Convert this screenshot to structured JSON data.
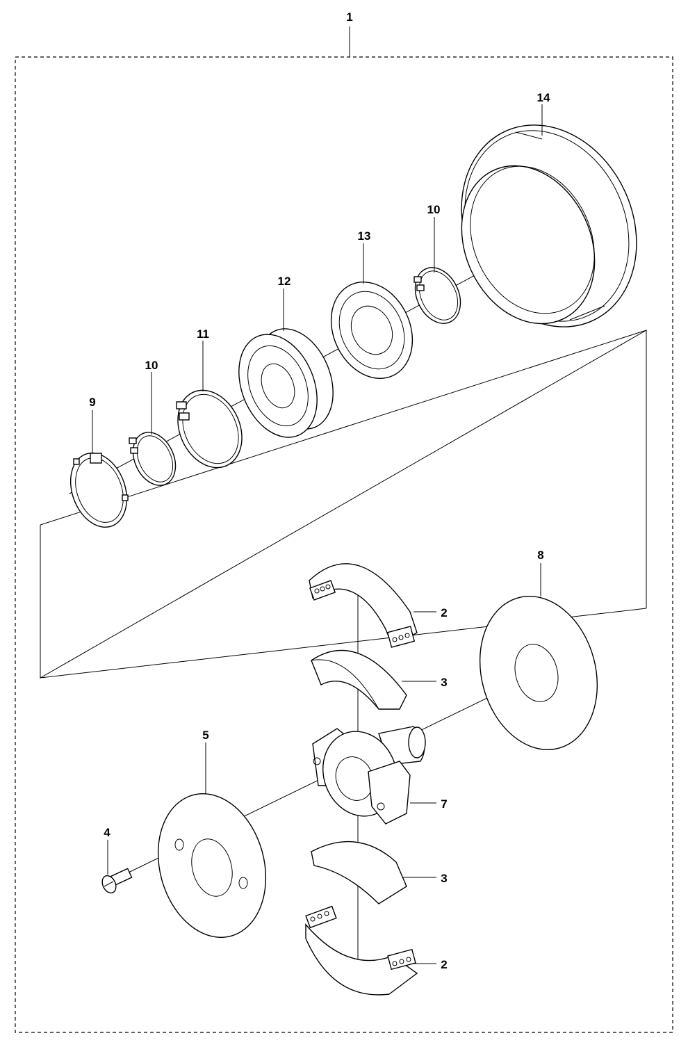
{
  "diagram": {
    "callouts": {
      "assembly": "1",
      "shoe_top": "2",
      "block_top": "3",
      "block_bottom": "3",
      "shoe_bottom": "2",
      "screw": "4",
      "plate": "5",
      "hub": "7",
      "washer": "8",
      "lock_washer": "9",
      "circlip_left": "10",
      "circlip_right": "10",
      "retaining_ring": "11",
      "bearing": "12",
      "seal": "13",
      "drum": "14"
    }
  }
}
